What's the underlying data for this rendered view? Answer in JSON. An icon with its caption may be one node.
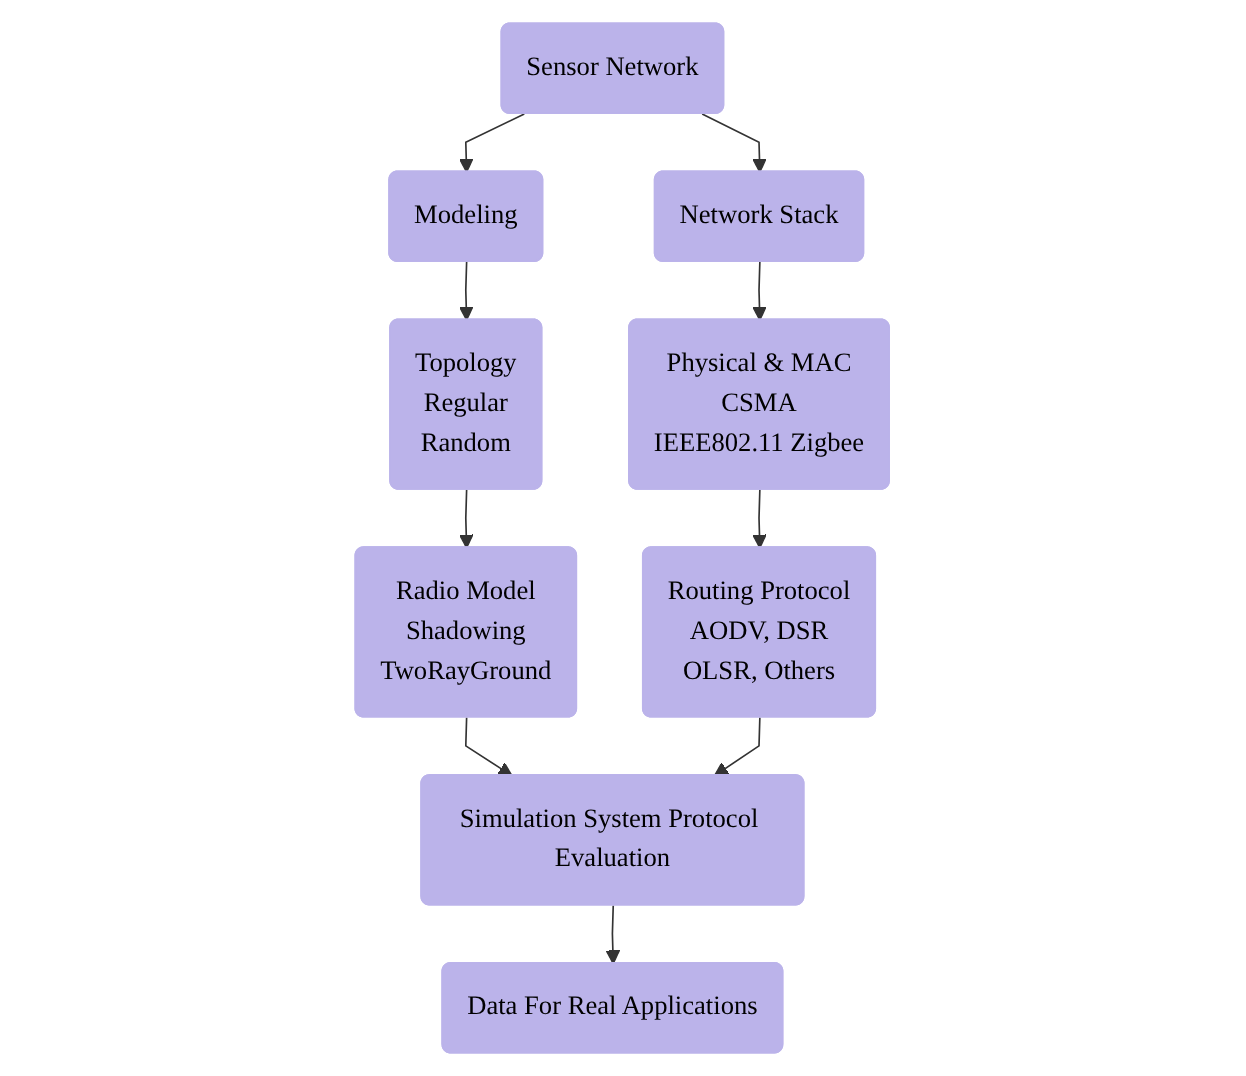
{
  "diagram": {
    "nodes": [
      {
        "text": [
          "Sensor Network"
        ]
      },
      {
        "text": [
          "Modeling"
        ]
      },
      {
        "text": [
          "Network Stack"
        ]
      },
      {
        "text": [
          "Topology",
          "Regular",
          "Random"
        ]
      },
      {
        "text": [
          "Physical & MAC",
          "CSMA",
          "IEEE802.11 Zigbee"
        ]
      },
      {
        "text": [
          "Radio Model",
          "Shadowing",
          "TwoRayGround"
        ]
      },
      {
        "text": [
          "Routing Protocol",
          "AODV, DSR",
          "OLSR, Others"
        ]
      },
      {
        "text": [
          "Simulation System Protocol Evaluation"
        ]
      },
      {
        "text": [
          "Data For Real Applications"
        ]
      }
    ],
    "edges": [
      {
        "from": 0,
        "to": 1,
        "arrow": "to"
      },
      {
        "from": 0,
        "to": 2,
        "arrow": "to"
      },
      {
        "from": 1,
        "to": 3,
        "arrow": "to"
      },
      {
        "from": 2,
        "to": 4,
        "arrow": "to"
      },
      {
        "from": 3,
        "to": 5,
        "arrow": "to"
      },
      {
        "from": 4,
        "to": 6,
        "arrow": "to"
      },
      {
        "from": 5,
        "to": 7,
        "arrow": "to"
      },
      {
        "from": 6,
        "to": 7,
        "arrow": "to"
      },
      {
        "from": 7,
        "to": 8,
        "arrow": "to"
      }
    ]
  }
}
